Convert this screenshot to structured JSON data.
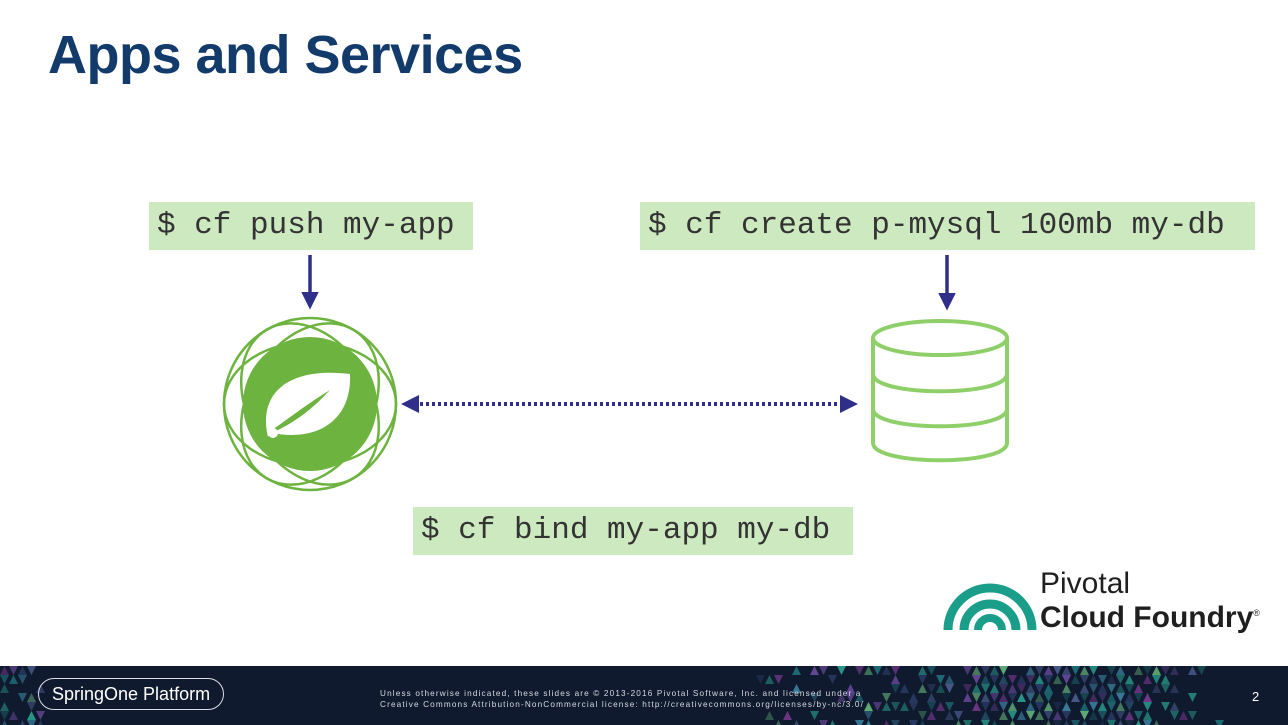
{
  "slide": {
    "title": "Apps and Services",
    "page_number": "2"
  },
  "commands": {
    "push": "$ cf push my-app",
    "create": "$ cf create p-mysql 100mb my-db",
    "bind": "$ cf bind my-app my-db"
  },
  "diagram": {
    "nodes": [
      {
        "id": "app",
        "icon": "spring-leaf-icon",
        "color": "#6db33f"
      },
      {
        "id": "service",
        "icon": "database-icon",
        "color": "#8fcf6a"
      }
    ],
    "arrow_color": "#2f2f8a",
    "connector": "bidirectional-dotted"
  },
  "logo": {
    "line1": "Pivotal",
    "line2": "Cloud Foundry",
    "mark": "®",
    "color": "#1a9e8a"
  },
  "footer": {
    "brand": "SpringOne Platform",
    "legal_line1": "Unless otherwise indicated, these slides are © 2013-2016 Pivotal Software, Inc. and licensed under a",
    "legal_line2": "Creative Commons Attribution-NonCommercial license: http://creativecommons.org/licenses/by-nc/3.0/"
  }
}
